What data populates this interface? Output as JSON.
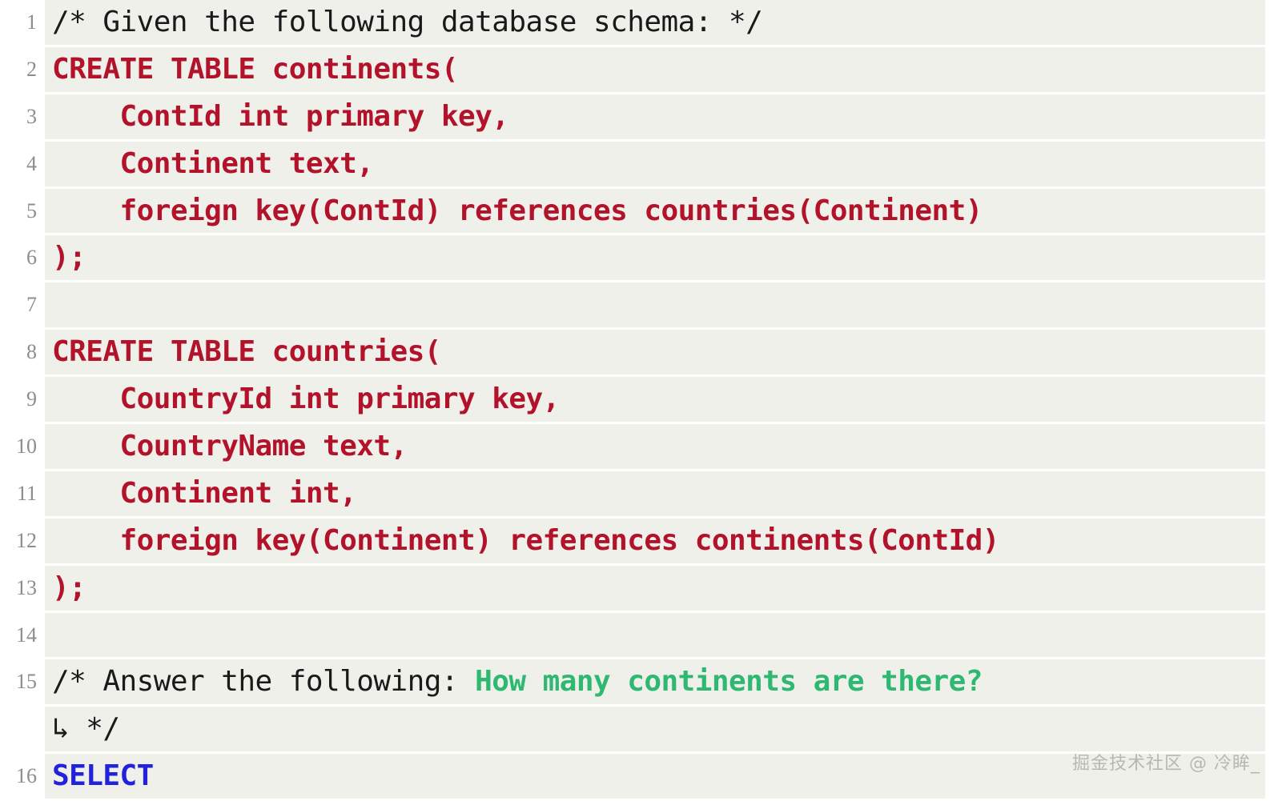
{
  "app": {
    "kind": "code-snippet-viewer",
    "language": "SQL",
    "colors": {
      "page_background": "#ffffff",
      "line_background": "#f0f0ea",
      "gutter_text": "#8d8d8d",
      "comment": "#1a1a1a",
      "sql_keyword": "#b3122b",
      "question_highlight": "#2eb872",
      "select_keyword": "#2222dd",
      "watermark": "#b8b8b0"
    }
  },
  "editor": {
    "wrap_marker": "↳",
    "lines": [
      {
        "number": "1",
        "tokens": [
          {
            "style": "comment",
            "text": "/* Given the following database schema: */"
          }
        ]
      },
      {
        "number": "2",
        "tokens": [
          {
            "style": "sql",
            "text": "CREATE TABLE continents("
          }
        ]
      },
      {
        "number": "3",
        "tokens": [
          {
            "style": "sql",
            "text": "    ContId int primary key,"
          }
        ]
      },
      {
        "number": "4",
        "tokens": [
          {
            "style": "sql",
            "text": "    Continent text,"
          }
        ]
      },
      {
        "number": "5",
        "tokens": [
          {
            "style": "sql",
            "text": "    foreign key(ContId) references countries(Continent)"
          }
        ]
      },
      {
        "number": "6",
        "tokens": [
          {
            "style": "sql",
            "text": ");"
          }
        ]
      },
      {
        "number": "7",
        "tokens": [
          {
            "style": "sql",
            "text": ""
          }
        ]
      },
      {
        "number": "8",
        "tokens": [
          {
            "style": "sql",
            "text": "CREATE TABLE countries("
          }
        ]
      },
      {
        "number": "9",
        "tokens": [
          {
            "style": "sql",
            "text": "    CountryId int primary key,"
          }
        ]
      },
      {
        "number": "10",
        "tokens": [
          {
            "style": "sql",
            "text": "    CountryName text,"
          }
        ]
      },
      {
        "number": "11",
        "tokens": [
          {
            "style": "sql",
            "text": "    Continent int,"
          }
        ]
      },
      {
        "number": "12",
        "tokens": [
          {
            "style": "sql",
            "text": "    foreign key(Continent) references continents(ContId)"
          }
        ]
      },
      {
        "number": "13",
        "tokens": [
          {
            "style": "sql",
            "text": ");"
          }
        ]
      },
      {
        "number": "14",
        "tokens": [
          {
            "style": "sql",
            "text": ""
          }
        ]
      },
      {
        "number": "15",
        "tokens": [
          {
            "style": "comment",
            "text": "/* Answer the following: "
          },
          {
            "style": "question",
            "text": "How many continents are there?"
          }
        ]
      },
      {
        "number": "",
        "wrapped": true,
        "tokens": [
          {
            "style": "wrapmark",
            "text": "↳ */"
          }
        ]
      },
      {
        "number": "16",
        "tokens": [
          {
            "style": "select",
            "text": "SELECT"
          }
        ]
      }
    ]
  },
  "watermark": {
    "text": "掘金技术社区 @ 冷眸_"
  }
}
